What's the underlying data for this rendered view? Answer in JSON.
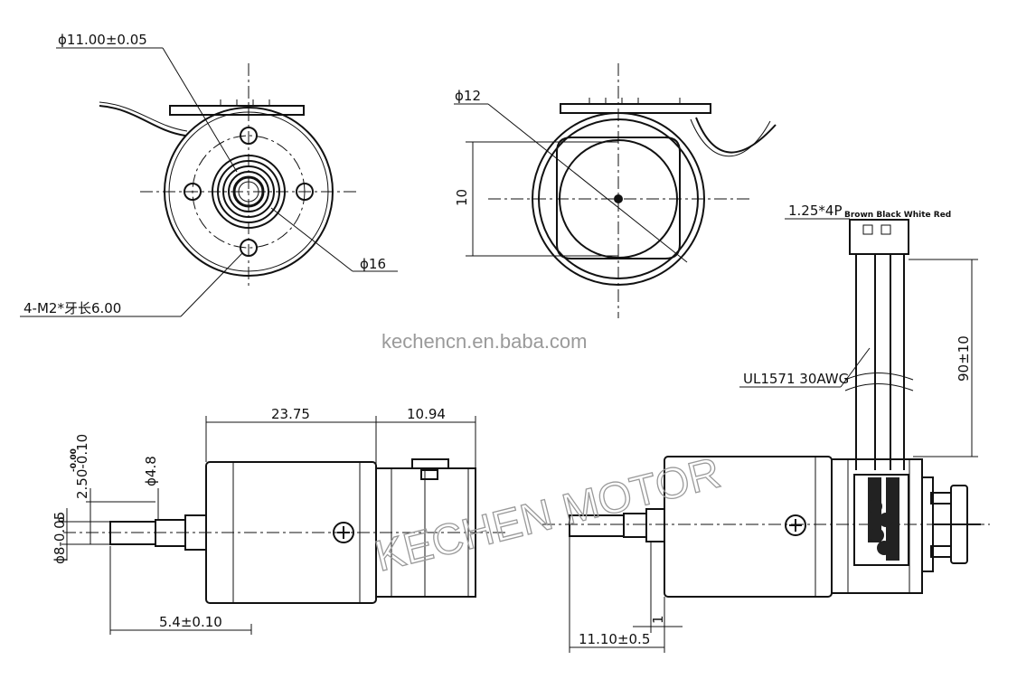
{
  "labels": {
    "front_bore_dia": "ϕ11.00±0.05",
    "front_pcd": "ϕ16",
    "front_holes": "4-M2*牙长6.00",
    "rear_dia": "ϕ12",
    "rear_flat": "10",
    "connector": "1.25*4P",
    "wire_colors": "Brown Black White Red",
    "wire_spec": "UL1571  30AWG",
    "lead_length": "90±10",
    "body_length": "23.75",
    "encoder_length": "10.94",
    "shaft_flat_len": "5.4±0.10",
    "shaft_dia": "ϕ8-0.05",
    "shaft_dia_tol": "0",
    "flat_depth": "2.50-0.10",
    "flat_depth_tol": "-0.00",
    "pilot_dia": "ϕ4.8",
    "side_shaft_len": "11.10±0.5",
    "side_pilot": "1"
  },
  "watermark": {
    "url": "kechencn.en.baba.com",
    "brand": "KECHEN MOTOR"
  },
  "colors": {
    "line": "#111111",
    "watermark": "#9a9a9a"
  }
}
